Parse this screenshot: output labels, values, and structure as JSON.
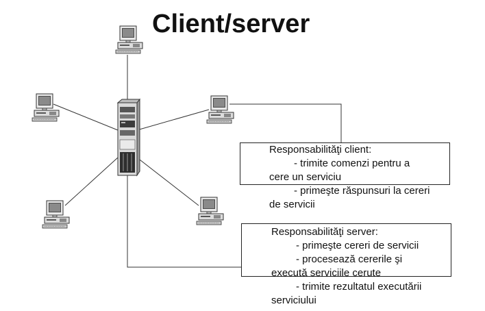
{
  "title": "Client/server",
  "client": {
    "heading": "Responsabilităţi client:",
    "lines": [
      "- trimite comenzi pentru a",
      "cere un serviciu",
      "- primeşte răspunsuri la cereri",
      "de servicii"
    ]
  },
  "server": {
    "heading": "Responsabilităţi server:",
    "lines": [
      "- primeşte cereri de servicii",
      "- procesează cererile şi",
      "execută serviciile cerute",
      "- trimite rezultatul executării",
      "serviciului"
    ]
  },
  "icons": {
    "client": "desktop-computer-icon",
    "server": "server-tower-icon"
  }
}
